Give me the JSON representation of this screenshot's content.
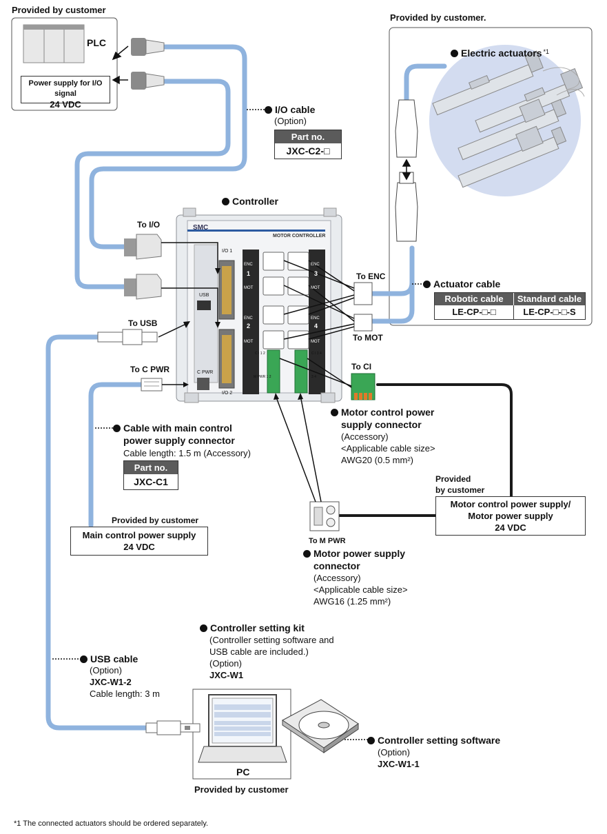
{
  "plc_group": {
    "header": "Provided by customer",
    "plc": "PLC",
    "psu_title": "Power supply for I/O signal",
    "psu_voltage": "24 VDC"
  },
  "actuator_group": {
    "header": "Provided by customer.",
    "title": "Electric actuators",
    "note_mark": "*1"
  },
  "io_cable": {
    "title": "I/O cable",
    "note": "(Option)",
    "part_label": "Part no.",
    "part_value": "JXC-C2-□"
  },
  "controller": {
    "title": "Controller",
    "brand": "SMC",
    "label": "MOTOR CONTROLLER",
    "io1": "I/O 1",
    "io2": "I/O 2",
    "usb": "USB",
    "cpwr": "C PWR",
    "enc": "ENC",
    "mot": "MOT",
    "ch1": "1",
    "ch2": "2",
    "ch3": "3",
    "ch4": "4",
    "ci12": "C I 1 2",
    "ci34": "C I 3 4",
    "mpwr12": "M PWR 1 2",
    "mpwr34": "3 4"
  },
  "ports": {
    "to_io": "To I/O",
    "to_usb": "To USB",
    "to_cpwr": "To C PWR",
    "to_enc": "To ENC",
    "to_mot": "To MOT",
    "to_ci": "To CI",
    "to_mpwr": "To M PWR"
  },
  "actuator_cable": {
    "title": "Actuator cable",
    "col1": "Robotic cable",
    "col2": "Standard cable",
    "val1": "LE-CP-□-□",
    "val2": "LE-CP-□-□-S"
  },
  "motor_ctrl_conn": {
    "title1": "Motor control power",
    "title2": "supply connector",
    "note": "(Accessory)",
    "size_label": "<Applicable cable size>",
    "size_value": "AWG20 (0.5 mm²)"
  },
  "motor_psu": {
    "provider1": "Provided",
    "provider2": "by customer",
    "line1": "Motor control power supply/",
    "line2": "Motor power supply",
    "line3": "24 VDC"
  },
  "main_cable": {
    "title1": "Cable with main control",
    "title2": "power supply connector",
    "length": "Cable length: 1.5 m (Accessory)",
    "part_label": "Part no.",
    "part_value": "JXC-C1"
  },
  "main_psu": {
    "provider": "Provided by customer",
    "line1": "Main control power supply",
    "line2": "24 VDC"
  },
  "motor_pwr_conn": {
    "title1": "Motor power supply",
    "title2": "connector",
    "note": "(Accessory)",
    "size_label": "<Applicable cable size>",
    "size_value": "AWG16 (1.25 mm²)"
  },
  "setting_kit": {
    "title": "Controller setting kit",
    "desc1": "(Controller setting software and",
    "desc2": "USB cable are included.)",
    "note": "(Option)",
    "part": "JXC-W1"
  },
  "usb_cable": {
    "title": "USB cable",
    "note": "(Option)",
    "part": "JXC-W1-2",
    "length": "Cable length: 3 m"
  },
  "pc": {
    "label": "PC",
    "provider": "Provided by customer"
  },
  "software": {
    "title": "Controller setting software",
    "note": "(Option)",
    "part": "JXC-W1-1"
  },
  "footnote": "*1 The connected actuators should be ordered separately.",
  "colors": {
    "cable_blue": "#8fb3de",
    "power_wire": "#1a1a1a",
    "table_header": "#5b5b5b",
    "connector_green": "#3aa655",
    "connector_orange": "#e07a2a"
  }
}
